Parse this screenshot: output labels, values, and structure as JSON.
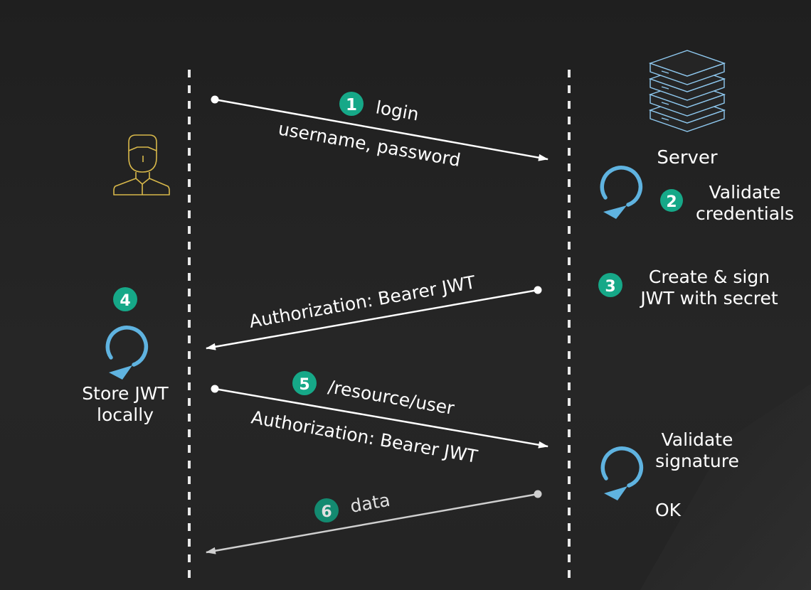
{
  "colors": {
    "background": "#232323",
    "text": "#ffffff",
    "step_badge": "#16a888",
    "refresh_arrow": "#5fb3e0",
    "server_icon": "#8fc9f0",
    "user_icon": "#d8b84a",
    "lifeline": "#e8e8e8",
    "message_arrow": "#ffffff",
    "response_arrow": "#cfcfcf"
  },
  "icons": {
    "client": "user-icon",
    "server": "server-stack-icon",
    "local_process": "refresh-arrow-icon"
  },
  "steps": [
    {
      "number": "1",
      "label": "login",
      "detail": "username, password"
    },
    {
      "number": "2",
      "label_line1": "Validate",
      "label_line2": "credentials"
    },
    {
      "number": "3",
      "label_line1": "Create & sign",
      "label_line2": "JWT with secret",
      "message": "Authorization: Bearer JWT"
    },
    {
      "number": "4",
      "label_line1": "Store JWT",
      "label_line2": "locally"
    },
    {
      "number": "5",
      "label": "/resource/user",
      "detail": "Authorization: Bearer JWT"
    },
    {
      "number": "6",
      "label": "data"
    }
  ],
  "server": {
    "label": "Server"
  },
  "validation": {
    "label_line1": "Validate",
    "label_line2": "signature",
    "result": "OK"
  }
}
